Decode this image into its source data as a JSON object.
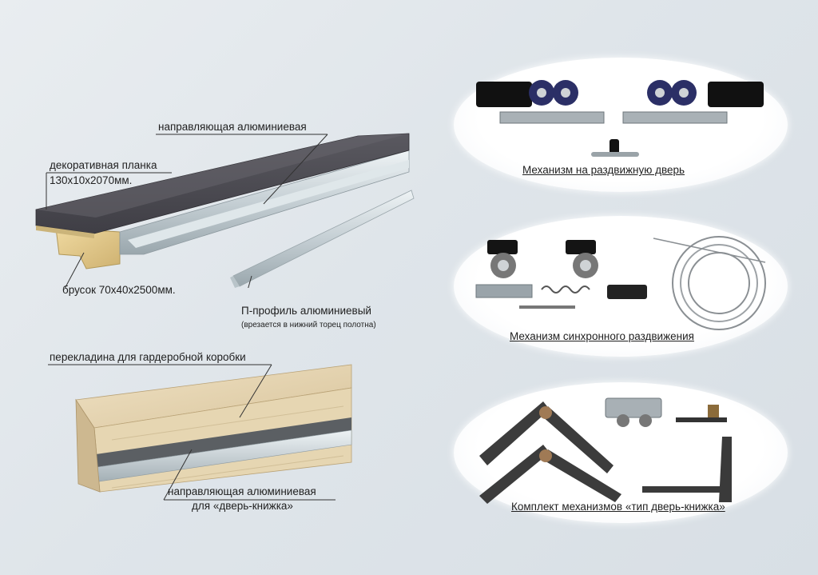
{
  "labels": {
    "guide_rail": "направляющая алюминиевая",
    "decor_strip": "декоративная планка",
    "decor_strip_size": "130х10х2070мм.",
    "bar": "брусок 70х40х2500мм.",
    "p_profile": "П-профиль алюминиевый",
    "p_profile_note": "(врезается в нижний торец полотна)",
    "crossbar": "перекладина для гардеробной коробки",
    "guide_rail_book": "направляющая алюминиевая",
    "guide_rail_book_2": "для «дверь-книжка»"
  },
  "mechanisms": [
    {
      "label": "Механизм на раздвижную дверь"
    },
    {
      "label": "Механизм синхронного раздвижения"
    },
    {
      "label": "Комплект механизмов «тип дверь-книжка»"
    }
  ],
  "colors": {
    "background": "#e3e8ec",
    "plank": "#4b4a52",
    "wood": "#e2cc8f",
    "aluminum": "#c9d2d6",
    "leader": "#333333"
  }
}
